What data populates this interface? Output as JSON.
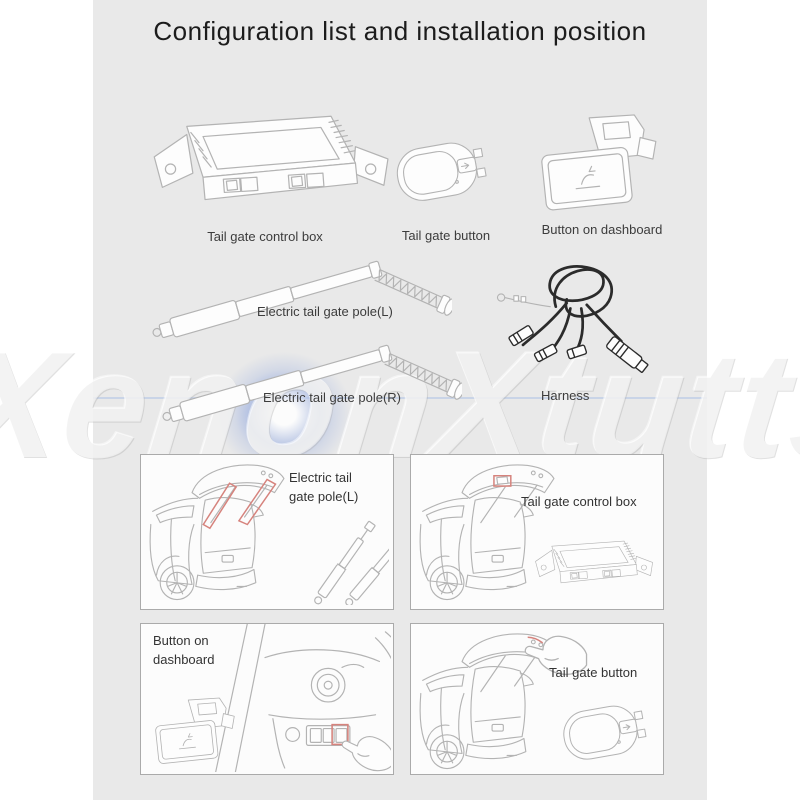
{
  "title": "Configuration list and installation position",
  "watermark": {
    "text": "XenonXtutts"
  },
  "colors": {
    "page_bg": "#ffffff",
    "content_bg": "#e9e9e9",
    "panel_bg": "#fcfcfc",
    "panel_border": "#aaaaaa",
    "line_art": "#b3b3b3",
    "harness_line": "#2b2b2b",
    "highlight_red": "#d6837d",
    "title_text": "#1c1c1c",
    "label_text": "#3c3c3c",
    "glow_blue": "#849edd"
  },
  "parts": [
    {
      "id": "tail-gate-control-box",
      "label": "Tail gate control box"
    },
    {
      "id": "tail-gate-button",
      "label": "Tail gate button"
    },
    {
      "id": "button-on-dashboard",
      "label": "Button on dashboard"
    },
    {
      "id": "electric-tail-gate-pole-l",
      "label": "Electric tail gate pole(L)"
    },
    {
      "id": "electric-tail-gate-pole-r",
      "label": "Electric tail gate pole(R)"
    },
    {
      "id": "harness",
      "label": "Harness"
    }
  ],
  "panels": [
    {
      "id": "pole-location",
      "label_line1": "Electric tail",
      "label_line2": "gate pole(L)"
    },
    {
      "id": "control-box-location",
      "label_line1": "Tail gate control box",
      "label_line2": ""
    },
    {
      "id": "dashboard-button-location",
      "label_line1": "Button on",
      "label_line2": "dashboard"
    },
    {
      "id": "tail-gate-button-location",
      "label_line1": "Tail gate button",
      "label_line2": ""
    }
  ]
}
